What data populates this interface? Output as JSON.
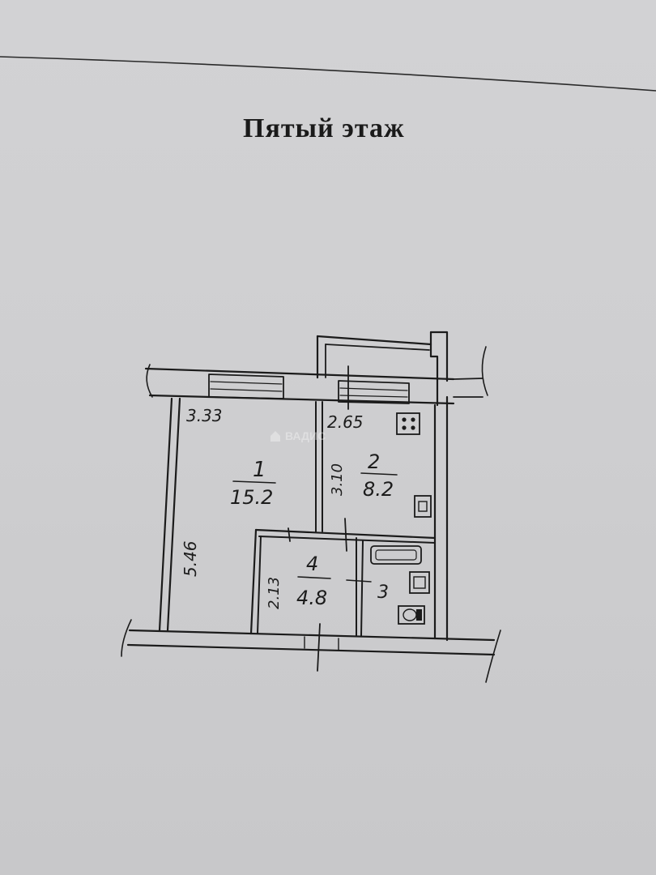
{
  "page": {
    "title": "Пятый этаж"
  },
  "watermark": {
    "text": "ВАДИС"
  },
  "plan": {
    "rooms": [
      {
        "number": "1",
        "area": "15.2"
      },
      {
        "number": "2",
        "area": "8.2"
      },
      {
        "number": "3",
        "area": ""
      },
      {
        "number": "4",
        "area": "4.8"
      }
    ],
    "dimensions": {
      "room1_width": "3.33",
      "room1_length": "5.46",
      "room2_width": "2.65",
      "room2_length": "3.10",
      "room4_length": "2.13"
    }
  }
}
